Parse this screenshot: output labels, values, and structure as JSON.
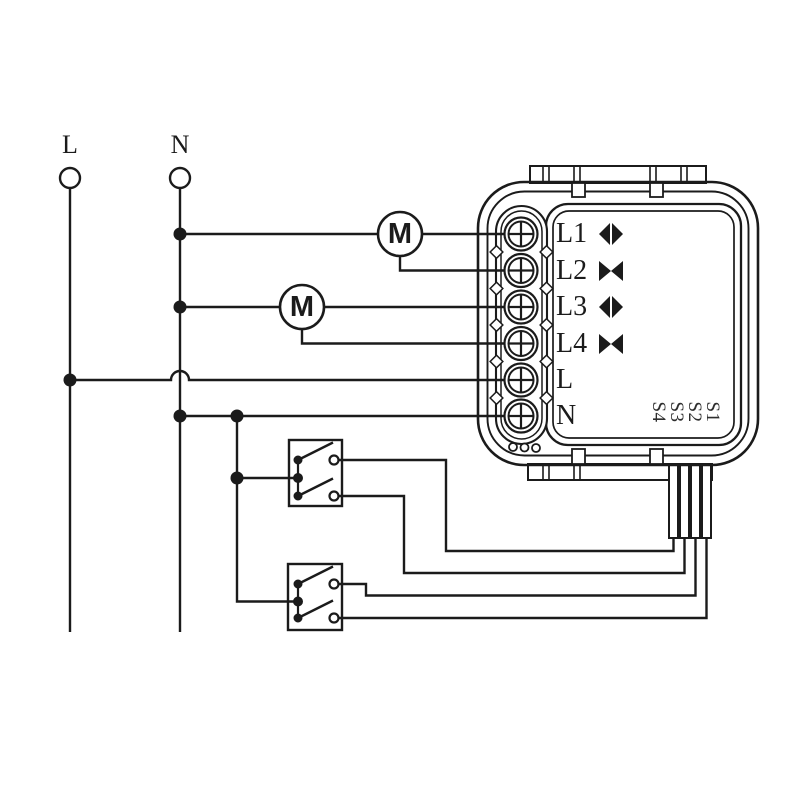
{
  "feed": {
    "live_label": "L",
    "neutral_label": "N"
  },
  "motors": [
    {
      "label": "M"
    },
    {
      "label": "M"
    }
  ],
  "device": {
    "terminals": [
      {
        "label": "L1",
        "icon": "open-arrows-icon"
      },
      {
        "label": "L2",
        "icon": "close-arrows-icon"
      },
      {
        "label": "L3",
        "icon": "open-arrows-icon"
      },
      {
        "label": "L4",
        "icon": "close-arrows-icon"
      },
      {
        "label": "L",
        "icon": "none"
      },
      {
        "label": "N",
        "icon": "none"
      }
    ],
    "switch_inputs": [
      {
        "label": "S1"
      },
      {
        "label": "S2"
      },
      {
        "label": "S3"
      },
      {
        "label": "S4"
      }
    ]
  },
  "colors": {
    "line": "#1b1b1b",
    "background": "#ffffff"
  }
}
